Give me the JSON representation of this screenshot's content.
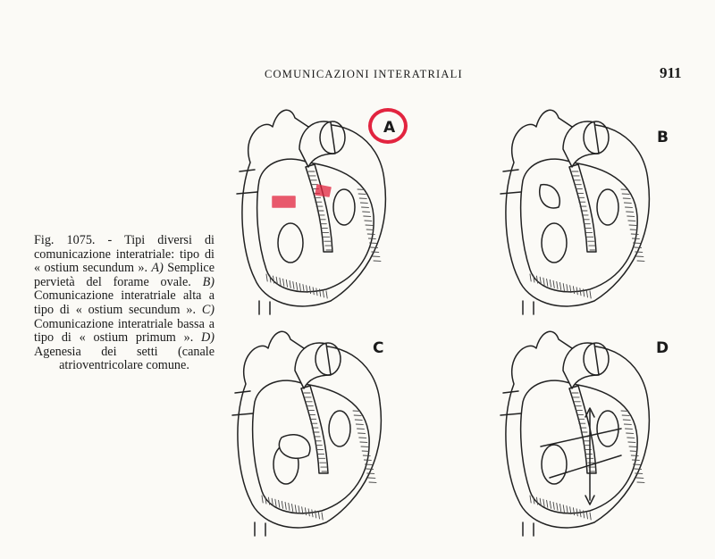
{
  "header": {
    "title": "COMUNICAZIONI INTERATRIALI",
    "page_number": "911"
  },
  "caption": {
    "fig_label": "Fig. 1075.",
    "text_intro": " - Tipi diversi di comunicazione interatriale: tipo di « ostium secundum ». ",
    "a_letter": "A)",
    "a_text": " Semplice pervietà del forame ovale. ",
    "b_letter": "B)",
    "b_text": " Comunicazione interatriale alta a tipo di « ostium secundum ». ",
    "c_letter": "C)",
    "c_text": " Comunicazione interatriale bassa a tipo di « ostium primum ». ",
    "d_letter": "D)",
    "d_text": " Agenesia dei setti (canale atrioventricolare comune."
  },
  "panels": [
    {
      "letter": "A"
    },
    {
      "letter": "B"
    },
    {
      "letter": "C"
    },
    {
      "letter": "D"
    }
  ],
  "colors": {
    "ink": "#1a1a1a",
    "highlight": "#e2243f",
    "paper": "#fbfaf6"
  }
}
